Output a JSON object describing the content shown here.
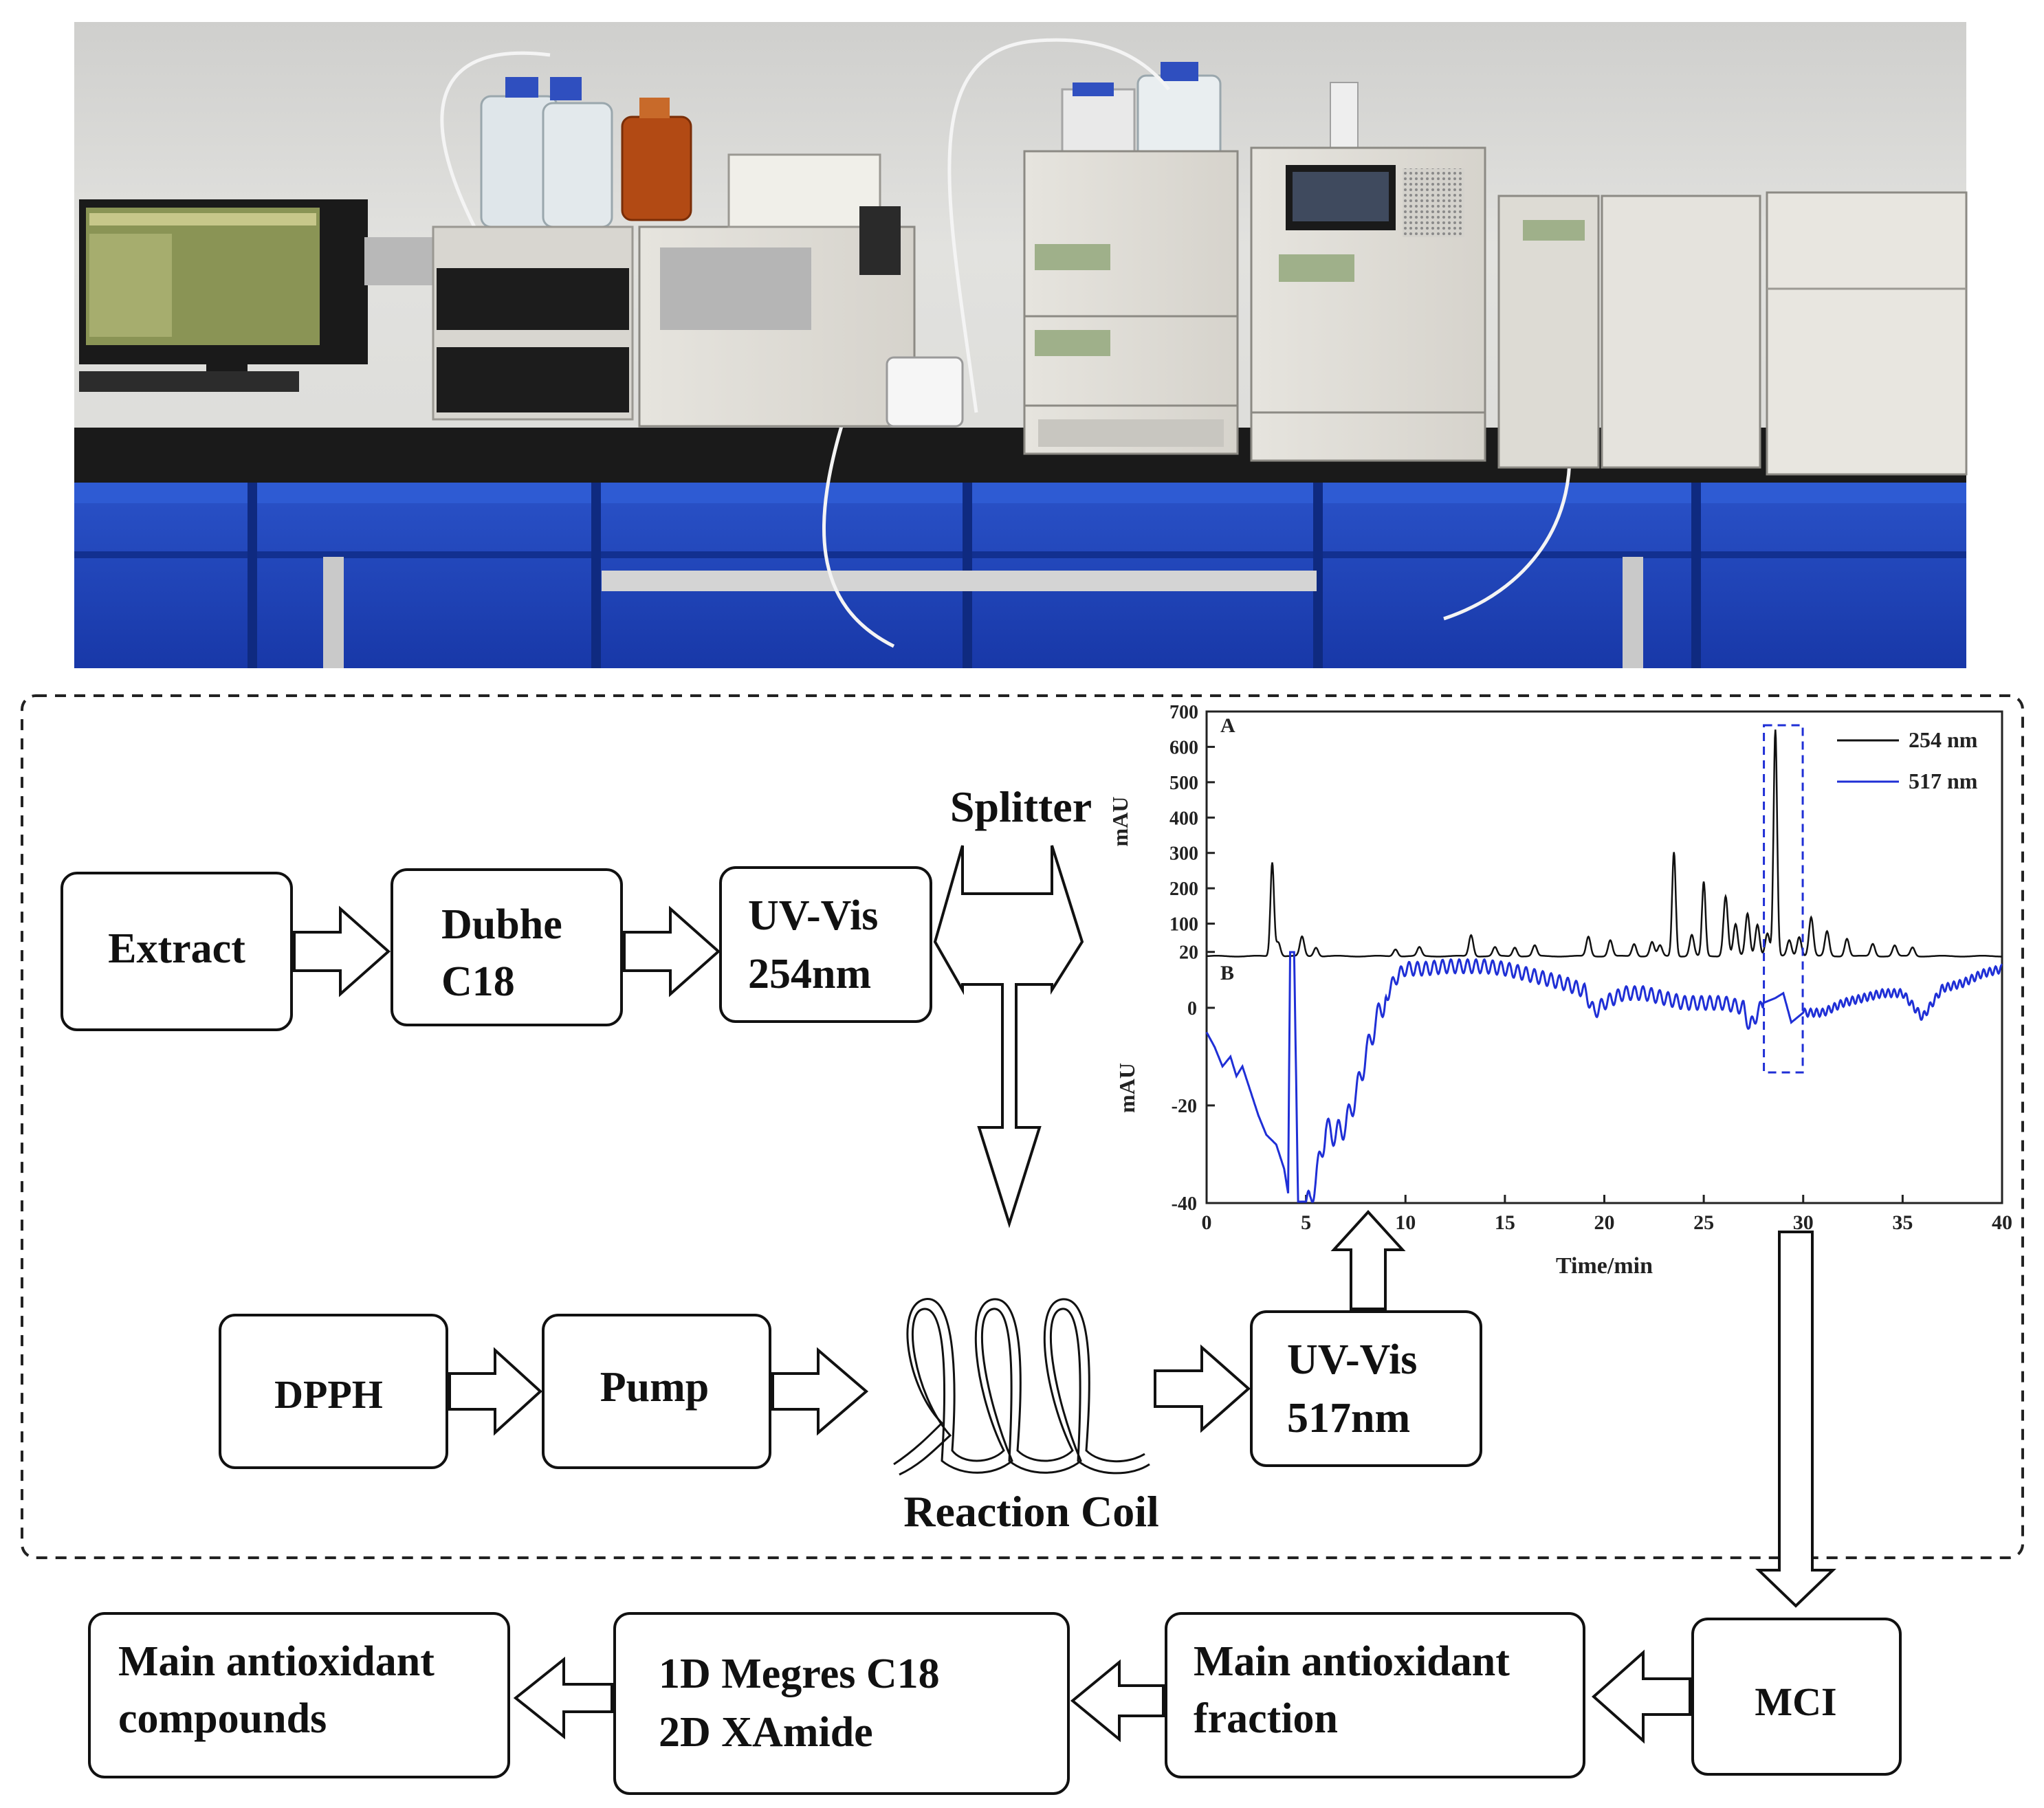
{
  "diagram": {
    "splitter_label": "Splitter",
    "reaction_coil_label": "Reaction Coil",
    "boxes": {
      "extract": [
        "Extract"
      ],
      "dubhe": [
        "Dubhe",
        "C18"
      ],
      "uv254": [
        "UV-Vis",
        "254nm"
      ],
      "dpph": [
        "DPPH"
      ],
      "pump": [
        "Pump"
      ],
      "uv517": [
        "UV-Vis",
        "517nm"
      ],
      "mci": [
        "MCI"
      ],
      "fraction": [
        "Main antioxidant",
        "fraction"
      ],
      "megres": [
        "1D Megres C18",
        "2D XAmide"
      ],
      "compounds": [
        "Main antioxidant",
        "compounds"
      ]
    }
  },
  "chart_data": {
    "type": "line",
    "xlabel": "Time/min",
    "xlim": [
      0,
      40
    ],
    "x_ticks": [
      "0",
      "5",
      "10",
      "15",
      "20",
      "25",
      "30",
      "35",
      "40"
    ],
    "panels": [
      {
        "label": "A",
        "ylabel": "mAU",
        "ylim": [
          0,
          700
        ],
        "y_ticks": [
          "20",
          "100",
          "200",
          "300",
          "400",
          "500",
          "600",
          "700"
        ],
        "series": {
          "name": "254 nm",
          "color": "#111111"
        },
        "baseline": 8,
        "peaks": [
          [
            3.3,
            265
          ],
          [
            3.6,
            40
          ],
          [
            4.8,
            55
          ],
          [
            5.5,
            25
          ],
          [
            9.5,
            20
          ],
          [
            10.7,
            25
          ],
          [
            13.3,
            60
          ],
          [
            14.5,
            25
          ],
          [
            15.5,
            25
          ],
          [
            16.5,
            30
          ],
          [
            19.2,
            55
          ],
          [
            20.3,
            45
          ],
          [
            21.5,
            35
          ],
          [
            22.4,
            40
          ],
          [
            22.8,
            30
          ],
          [
            23.5,
            295
          ],
          [
            24.4,
            60
          ],
          [
            25.0,
            210
          ],
          [
            26.1,
            170
          ],
          [
            26.6,
            90
          ],
          [
            27.2,
            120
          ],
          [
            27.7,
            90
          ],
          [
            28.2,
            65
          ],
          [
            28.6,
            640
          ],
          [
            29.3,
            45
          ],
          [
            29.8,
            55
          ],
          [
            30.4,
            110
          ],
          [
            31.2,
            70
          ],
          [
            32.2,
            50
          ],
          [
            33.5,
            35
          ],
          [
            34.6,
            30
          ],
          [
            35.5,
            25
          ]
        ],
        "highlight_range": [
          28.3,
          29.7
        ]
      },
      {
        "label": "B",
        "ylabel": "mAU",
        "ylim": [
          -40,
          10
        ],
        "y_ticks": [
          "0",
          "-20",
          "-40"
        ],
        "series": {
          "name": "517 nm",
          "color": "#1f2fd6",
          "x": [
            0,
            0.4,
            0.8,
            1.2,
            1.5,
            1.8,
            2.2,
            2.6,
            3.0,
            3.5,
            3.9,
            4.1,
            4.2,
            4.4,
            4.6,
            4.9,
            5.2,
            5.6,
            6.0,
            6.5,
            7.0,
            7.5,
            8.0,
            8.5,
            9.0,
            9.5,
            10,
            11,
            12,
            13,
            14,
            15,
            16,
            17,
            18,
            19,
            19.5,
            20,
            21,
            22,
            23,
            24,
            25,
            26,
            27,
            27.3,
            28,
            28.6,
            29.0,
            29.4,
            30,
            31,
            32,
            33,
            34,
            35,
            36,
            37,
            38,
            39,
            40
          ],
          "y": [
            -5,
            -8,
            -12,
            -10,
            -14,
            -12,
            -17,
            -22,
            -26,
            -28,
            -33,
            -38,
            12,
            12,
            -40,
            -40,
            -40,
            -33,
            -25,
            -26,
            -24,
            -18,
            -10,
            -3,
            2,
            6,
            8,
            8,
            8.5,
            8.5,
            8.5,
            8,
            7,
            6,
            5,
            3.5,
            -1,
            1,
            3,
            3,
            2,
            1,
            1,
            1,
            0,
            -4,
            1,
            2,
            3,
            -3,
            -1,
            -1,
            1,
            2,
            3,
            3,
            -2,
            4,
            5,
            7,
            8
          ]
        }
      }
    ]
  }
}
